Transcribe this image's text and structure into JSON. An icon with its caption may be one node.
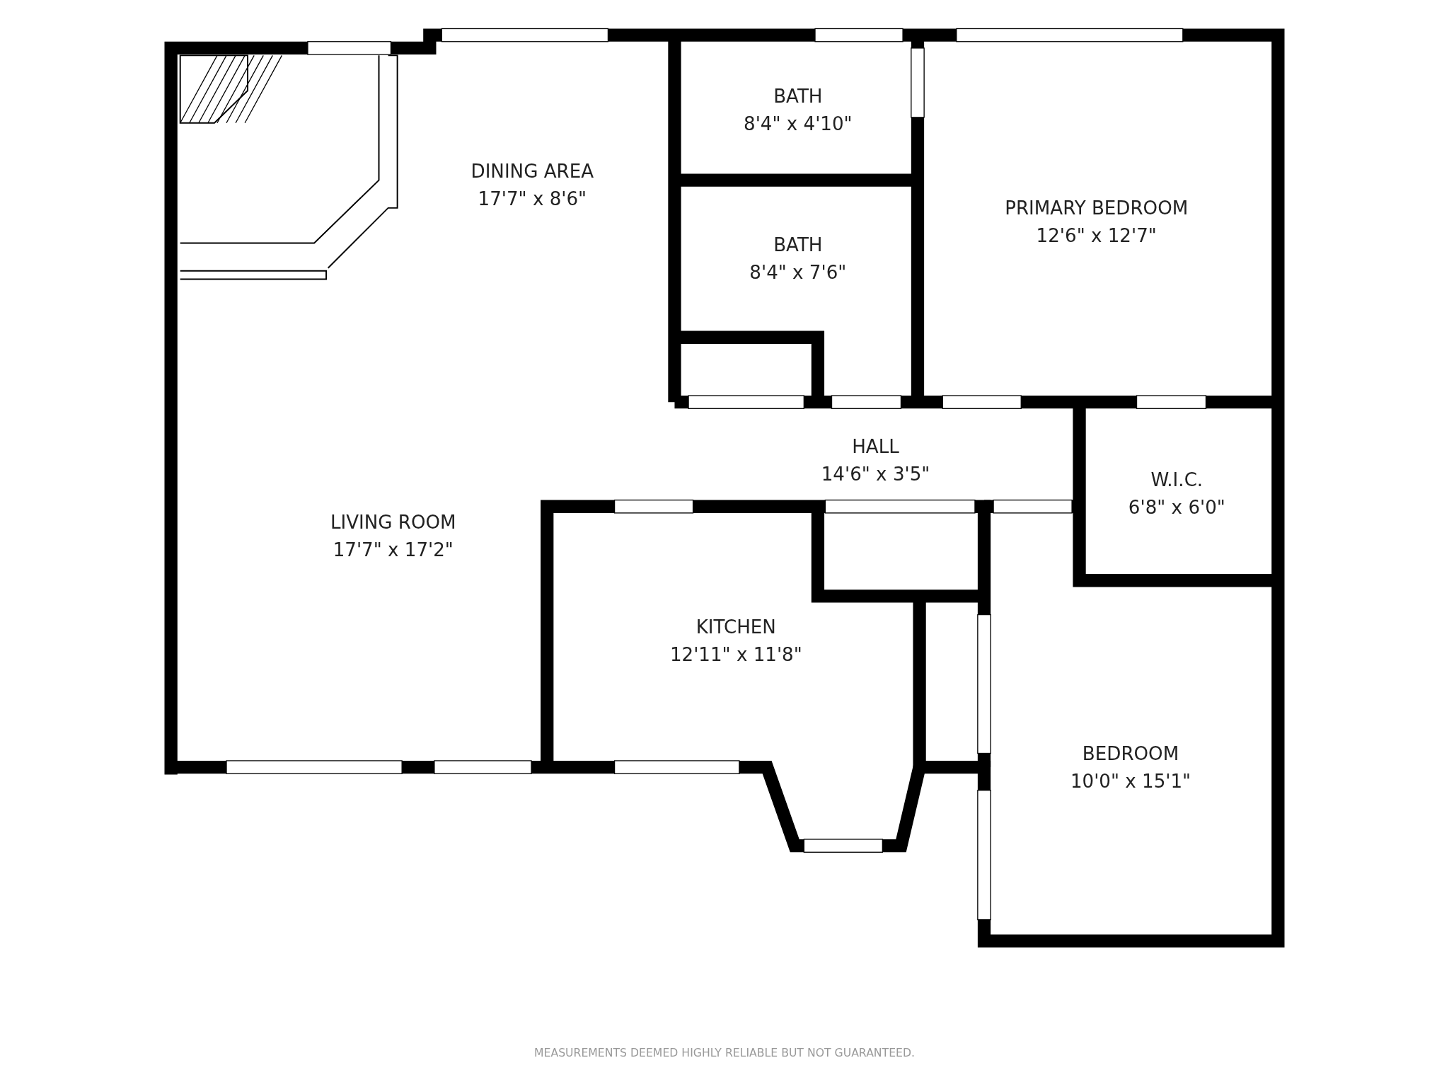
{
  "diagram": {
    "nodes": [
      {
        "text": [
          "DINING AREA",
          "17'7\" x 8'6\""
        ]
      },
      {
        "text": [
          "BATH",
          "8'4\" x 4'10\""
        ]
      },
      {
        "text": [
          "PRIMARY BEDROOM",
          "12'6\" x 12'7\""
        ]
      },
      {
        "text": [
          "BATH",
          "8'4\" x 7'6\""
        ]
      },
      {
        "text": [
          "HALL",
          "14'6\" x 3'5\""
        ]
      },
      {
        "text": [
          "LIVING ROOM",
          "17'7\" x 17'2\""
        ]
      },
      {
        "text": [
          "W.I.C.",
          "6'8\" x 6'0\""
        ]
      },
      {
        "text": [
          "KITCHEN",
          "12'11\" x 11'8\""
        ]
      },
      {
        "text": [
          "BEDROOM",
          "10'0\" x 15'1\""
        ]
      }
    ],
    "edges": [],
    "labels": [
      "MEASUREMENTS DEEMED HIGHLY RELIABLE BUT NOT GUARANTEED."
    ]
  }
}
